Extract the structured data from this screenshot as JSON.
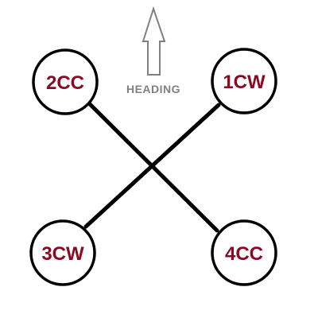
{
  "heading": {
    "label": "HEADING"
  },
  "motors": {
    "front_left": {
      "label": "2CC"
    },
    "front_right": {
      "label": "1CW"
    },
    "rear_left": {
      "label": "3CW"
    },
    "rear_right": {
      "label": "4CC"
    }
  },
  "colors": {
    "motor_text": "#8b0a23",
    "heading_text": "#808080",
    "arrow_stroke": "#808080",
    "line": "#000000"
  }
}
